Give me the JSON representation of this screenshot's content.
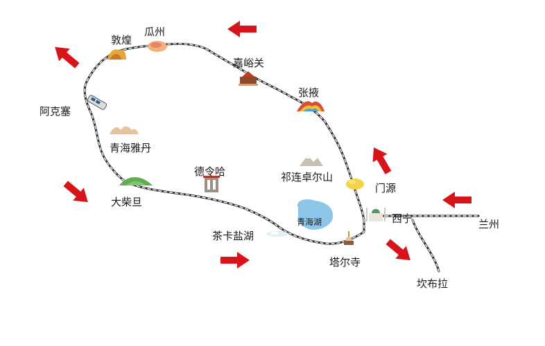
{
  "map": {
    "lake": {
      "label": "青海湖",
      "color": "#8ec6ea"
    },
    "places": [
      {
        "id": "dunhuang",
        "label": "敦煌",
        "icon": "dune-icon"
      },
      {
        "id": "guazhou",
        "label": "瓜州",
        "icon": "melon-icon"
      },
      {
        "id": "jiayuguan",
        "label": "嘉峪关",
        "icon": "gate-tower-icon"
      },
      {
        "id": "zhangye",
        "label": "张掖",
        "icon": "rainbow-mountain-icon"
      },
      {
        "id": "akesai",
        "label": "阿克塞",
        "icon": "train-icon"
      },
      {
        "id": "yadan",
        "label": "青海雅丹",
        "icon": "yardang-icon"
      },
      {
        "id": "qilian",
        "label": "祁连卓尔山",
        "icon": "mountain-icon"
      },
      {
        "id": "menyuan",
        "label": "门源",
        "icon": "flower-field-icon"
      },
      {
        "id": "delingha",
        "label": "德令哈",
        "icon": "monument-icon"
      },
      {
        "id": "chaidamu",
        "label": "大柴旦",
        "icon": "hill-icon"
      },
      {
        "id": "xining",
        "label": "西宁",
        "icon": "mosque-icon"
      },
      {
        "id": "lanzhou",
        "label": "兰州",
        "icon": ""
      },
      {
        "id": "chaka",
        "label": "茶卡盐湖",
        "icon": "salt-lake-icon"
      },
      {
        "id": "taer",
        "label": "塔尔寺",
        "icon": "stupa-icon"
      },
      {
        "id": "kanbula",
        "label": "坎布拉",
        "icon": ""
      }
    ],
    "colors": {
      "route": "#2b2b2b",
      "arrow": "#d8141b",
      "water": "#8ec6ea"
    }
  }
}
